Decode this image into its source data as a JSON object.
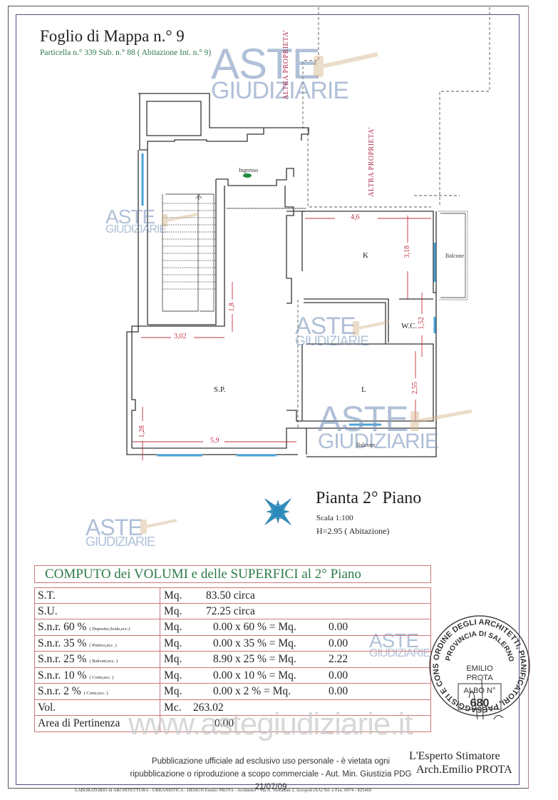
{
  "header": {
    "title": "Foglio di Mappa n.° 9",
    "subtitle": "Particella n.° 339 Sub. n.° 88 ( Abitazione Int. n.° 9)"
  },
  "watermark": {
    "aste": "ASTE",
    "giudiziarie": "GIUDIZIARIE",
    "url": "www.astegiudiziarie.it"
  },
  "plan": {
    "labels": {
      "altra_proprieta_1": "ALTRA PROPRIETA'",
      "altra_proprieta_2": "ALTRA PROPRIETA'",
      "ingresso": "Ingresso",
      "balcone_k": "Balcone",
      "balcone_l": "Balcone"
    },
    "rooms": {
      "k": "K",
      "wc": "W.C.",
      "sp": "S.P.",
      "l": "L"
    },
    "dimensions": {
      "k_width": "4,6",
      "k_depth": "3,18",
      "wc": "1,52",
      "l_depth": "2,55",
      "stair_h": "1,8",
      "sp_top": "3,02",
      "sp_width": "5,9",
      "sp_left": "1,28"
    },
    "colors": {
      "wall": "#333333",
      "window": "#4aa3d8",
      "dimension": "#c03040",
      "altra": "#b03050",
      "compass": "#2e8fc0"
    }
  },
  "plan_info": {
    "title": "Pianta 2° Piano",
    "scale": "Scala  1:100",
    "height": "H=2.95 ( Abitazione)"
  },
  "computo": {
    "title": "COMPUTO dei VOLUMI e delle SUPERFICI al 2° Piano",
    "rows": [
      {
        "label": "S.T.",
        "note": "",
        "unit": "Mq.",
        "calc": "83.50 circa",
        "result": ""
      },
      {
        "label": "S.U.",
        "note": "",
        "unit": "Mq.",
        "calc": "72.25 circa",
        "result": ""
      },
      {
        "label": "S.n.r. 60 %",
        "note": "( Deposito,Scale,ecc.)",
        "unit": "Mq.",
        "calc": "0.00 x 60 % = Mq.",
        "result": "0.00"
      },
      {
        "label": "S.n.r. 35 %",
        "note": "( Portico,ecc. )",
        "unit": "Mq.",
        "calc": "0.00 x 35 % = Mq.",
        "result": "0.00"
      },
      {
        "label": "S.n.r. 25 %",
        "note": "( Balconi,ecc. )",
        "unit": "Mq.",
        "calc": "8.90 x 25 % = Mq.",
        "result": "2.22"
      },
      {
        "label": "S.n.r. 10 %",
        "note": "( Corte,ecc. )",
        "unit": "Mq.",
        "calc": "0.00 x 10 % = Mq.",
        "result": "0.00"
      },
      {
        "label": "S.n.r.  2 %",
        "note": "( Corte,ecc. )",
        "unit": "Mq.",
        "calc": "0.00 x  2 % = Mq.",
        "result": "0.00"
      },
      {
        "label": "Vol.",
        "note": "",
        "unit": "Mc.",
        "calc": "263.02",
        "result": ""
      },
      {
        "label": "Area  di Pertinenza",
        "note": "",
        "unit": "",
        "calc": "0.00",
        "result": ""
      }
    ]
  },
  "stamp": {
    "ring_text": "ORDINE DEGLI ARCHITETTI, PIANIFICATORI, PAESAGGISTI E CONSERVATORI",
    "province": "PROVINCIA DI SALERNO",
    "name_1": "EMILIO",
    "name_2": "PROTA",
    "albo": "ALBO N°",
    "number": "680"
  },
  "publication_notice": {
    "line1": "Pubblicazione ufficiale ad esclusivo uso personale - è vietata ogni",
    "line2": "ripubblicazione o riproduzione a scopo commerciale - Aut. Min. Giustizia PDG 21/07/09"
  },
  "signature": {
    "line1": "L'Esperto Stimatore",
    "line2": "Arch.Emilio PROTA"
  },
  "footer": {
    "text": "LABORATORIO  di  ARCHITETTURA - URBANISTICA - DESIGN    Emilio PROTA - Architetto -   Via  A. Toscanini 2, Acropoli  (SA)  Tel. e Fax. 0974 - 825469"
  }
}
